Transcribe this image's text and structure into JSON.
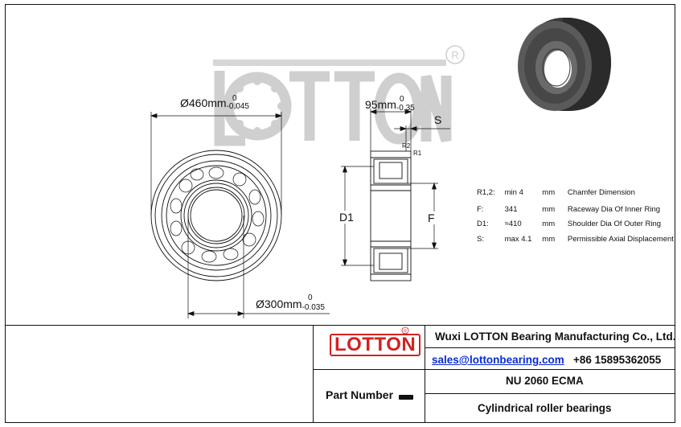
{
  "watermark": {
    "brand": "LOTTON",
    "registered": "®"
  },
  "dimensions": {
    "outer": {
      "label": "Ø460mm",
      "upper": "0",
      "lower": "-0.045"
    },
    "bore": {
      "label": "Ø300mm",
      "upper": "0",
      "lower": "-0.035"
    },
    "width": {
      "label": "95mm",
      "upper": "0",
      "lower": "-0.35"
    },
    "s_label": "S",
    "d1_label": "D1",
    "f_label": "F",
    "r2_label": "R2",
    "r1_label": "R1"
  },
  "specs": [
    {
      "symbol": "R1,2:",
      "value": "min 4",
      "unit": "mm",
      "desc": "Chamfer Dimension"
    },
    {
      "symbol": "F:",
      "value": "341",
      "unit": "mm",
      "desc": "Raceway Dia Of Inner Ring"
    },
    {
      "symbol": "D1:",
      "value": "≈410",
      "unit": "mm",
      "desc": "Shoulder Dia Of Outer Ring"
    },
    {
      "symbol": "S:",
      "value": "max 4.1",
      "unit": "mm",
      "desc": "Permissible Axial Displacement"
    }
  ],
  "title_block": {
    "logo_text": "LOTTON",
    "company": "Wuxi LOTTON Bearing Manufacturing Co., Ltd.",
    "email": "sales@lottonbearing.com",
    "phone": "+86 15895362055",
    "part_number_label": "Part Number",
    "part_number": "NU 2060 ECMA",
    "bearing_type": "Cylindrical roller bearings"
  },
  "colors": {
    "logo_red": "#d42020",
    "line": "#111111",
    "watermark": "#d0d0d0"
  }
}
